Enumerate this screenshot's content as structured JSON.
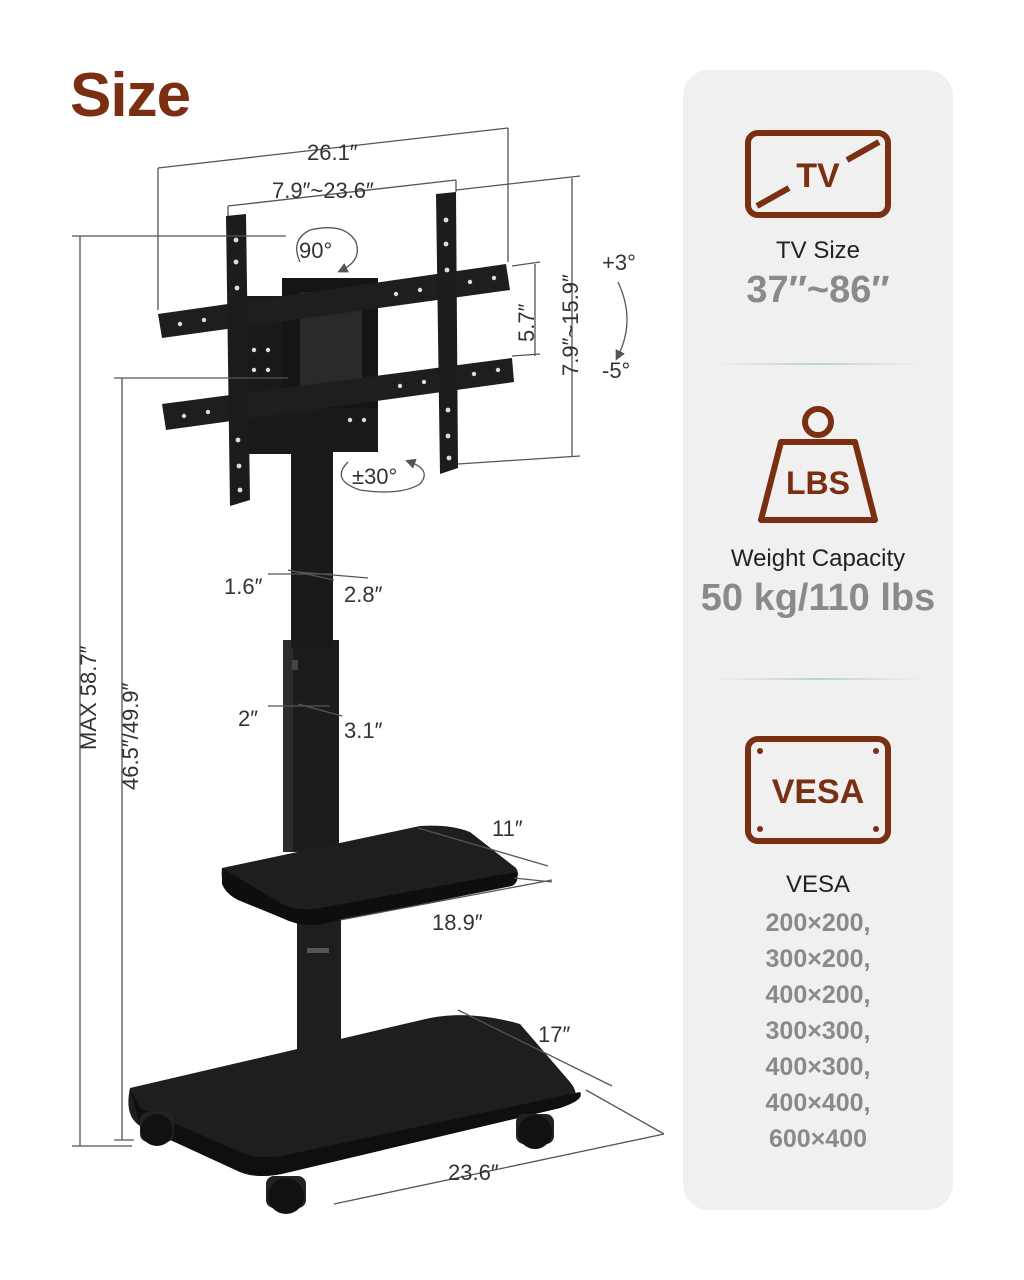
{
  "title": "Size",
  "dimensions": {
    "overall_width": "26.1″",
    "plate_width": "7.9″~23.6″",
    "rotate": "90°",
    "plate_height": "5.7″",
    "bracket_height": "7.9″~15.9″",
    "tilt_up": "+3°",
    "tilt_down": "-5°",
    "swivel": "±30°",
    "upper_pole_a": "1.6″",
    "upper_pole_b": "2.8″",
    "lower_pole_a": "2″",
    "lower_pole_b": "3.1″",
    "shelf_depth": "11″",
    "shelf_width": "18.9″",
    "base_depth": "17″",
    "base_width": "23.6″",
    "max_height": "MAX 58.7″",
    "height_range": "46.5″/49.9″"
  },
  "features": [
    {
      "icon": "tv-icon",
      "icon_text": "TV",
      "label": "TV Size",
      "value": "37″~86″"
    },
    {
      "icon": "weight-icon",
      "icon_text": "LBS",
      "label": "Weight Capacity",
      "value": "50 kg/110 lbs"
    },
    {
      "icon": "vesa-icon",
      "icon_text": "VESA",
      "label": "VESA",
      "values": [
        "200×200,",
        "300×200,",
        "400×200,",
        "300×300,",
        "400×300,",
        "400×400,",
        "600×400"
      ]
    }
  ],
  "colors": {
    "brand": "#7a2e12",
    "panel": "#f0f0f0",
    "value_gray": "#8a8a8a",
    "stand": "#1e1e1e"
  }
}
